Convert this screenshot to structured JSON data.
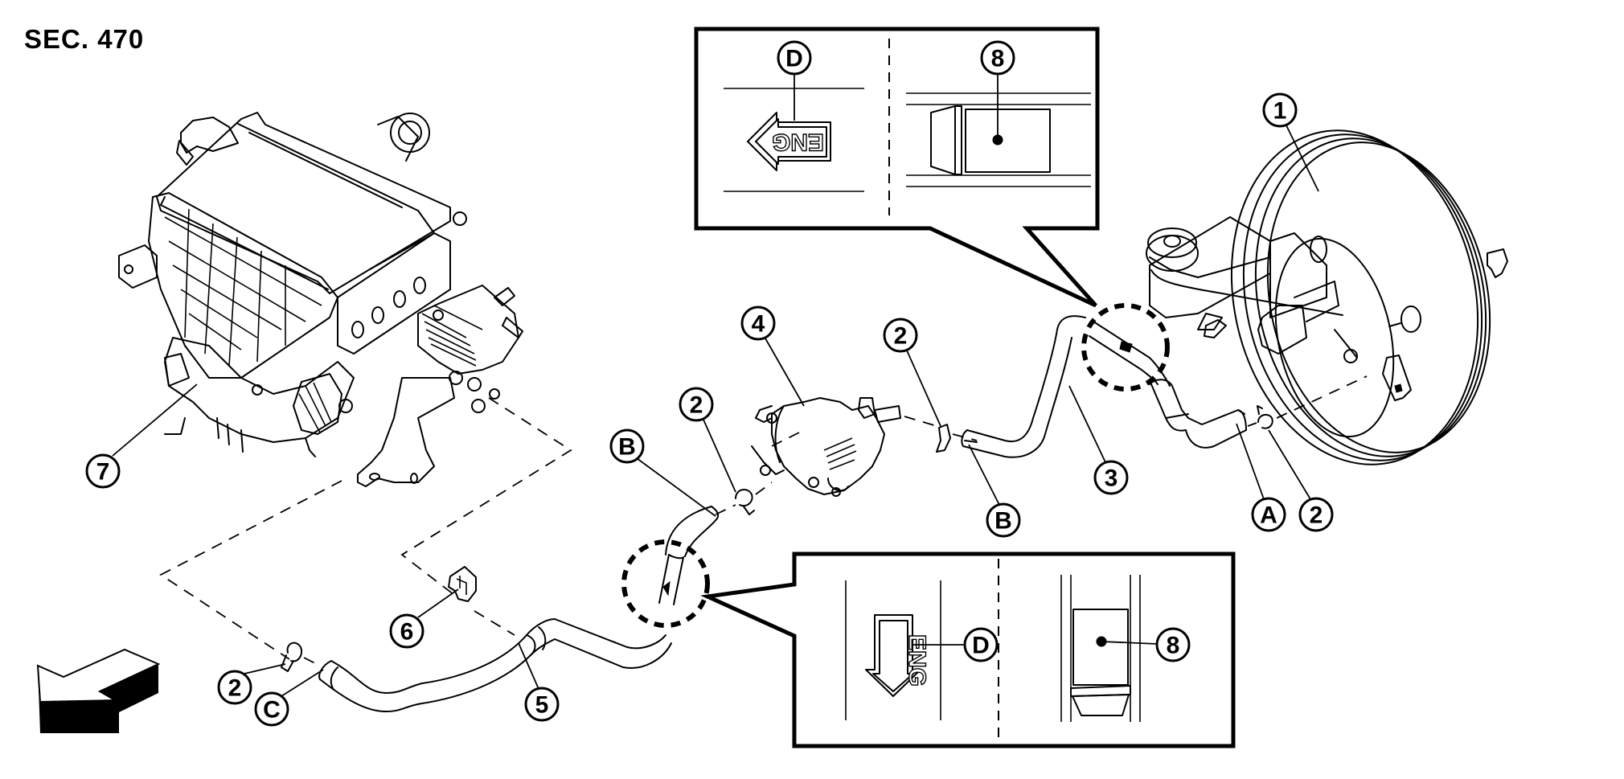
{
  "section_title": "SEC. 470",
  "callouts": [
    {
      "id": "c1",
      "label": "1",
      "part": "brake-booster"
    },
    {
      "id": "c2a",
      "label": "2",
      "part": "clamp"
    },
    {
      "id": "c2b",
      "label": "2",
      "part": "clamp"
    },
    {
      "id": "c2c",
      "label": "2",
      "part": "clamp"
    },
    {
      "id": "c2d",
      "label": "2",
      "part": "clamp"
    },
    {
      "id": "c3",
      "label": "3",
      "part": "vacuum-hose"
    },
    {
      "id": "c4",
      "label": "4",
      "part": "vacuum-pump"
    },
    {
      "id": "c5",
      "label": "5",
      "part": "vacuum-hose"
    },
    {
      "id": "c6",
      "label": "6",
      "part": "hose-clip"
    },
    {
      "id": "c7",
      "label": "7",
      "part": "engine"
    },
    {
      "id": "cA",
      "label": "A",
      "part": "connection-point"
    },
    {
      "id": "cB1",
      "label": "B",
      "part": "connection-point"
    },
    {
      "id": "cB2",
      "label": "B",
      "part": "connection-point"
    },
    {
      "id": "cC",
      "label": "C",
      "part": "connection-point"
    }
  ],
  "insets": {
    "top": {
      "left_label": "D",
      "right_label": "8",
      "arrow_text": "ENG",
      "arrow_direction": "left"
    },
    "bottom": {
      "left_label": "D",
      "right_label": "8",
      "arrow_text": "ENG",
      "arrow_direction": "down"
    }
  },
  "front_arrow": {
    "icon": "front-direction-arrow-icon"
  }
}
